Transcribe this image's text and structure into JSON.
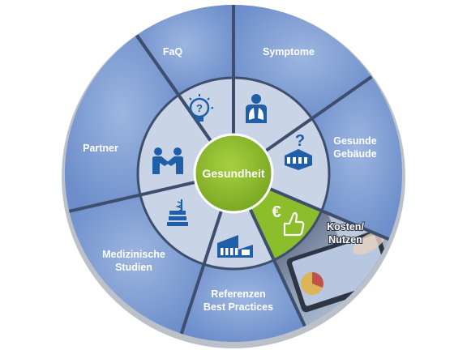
{
  "center": {
    "label": "Gesundheit",
    "color": "#8cbd2a"
  },
  "colors": {
    "outer_segment": "#7f9fd3",
    "outer_segment_dark": "#5b7cb4",
    "inner_ring": "#c9d4e6",
    "divider": "#3e4f6e",
    "icon": "#1f5ea8",
    "highlight": "#8cbd2a",
    "label": "#ffffff"
  },
  "segments": [
    {
      "key": "faq",
      "lines": [
        "FaQ"
      ],
      "icon": "lightbulb-question-icon",
      "highlight": false
    },
    {
      "key": "symptome",
      "lines": [
        "Symptome"
      ],
      "icon": "human-lungs-icon",
      "highlight": false
    },
    {
      "key": "gebaeude",
      "lines": [
        "Gesunde",
        "Gebäude"
      ],
      "icon": "building-question-icon",
      "highlight": false
    },
    {
      "key": "kosten",
      "lines": [
        "Kosten/",
        "Nutzen"
      ],
      "icon": "euro-thumbs-up-icon",
      "highlight": true
    },
    {
      "key": "referenzen",
      "lines": [
        "Referenzen",
        "Best Practices"
      ],
      "icon": "modern-building-icon",
      "highlight": false
    },
    {
      "key": "studien",
      "lines": [
        "Medizinische",
        "Studien"
      ],
      "icon": "books-caduceus-icon",
      "highlight": false
    },
    {
      "key": "partner",
      "lines": [
        "Partner"
      ],
      "icon": "handshake-people-icon",
      "highlight": false
    }
  ]
}
